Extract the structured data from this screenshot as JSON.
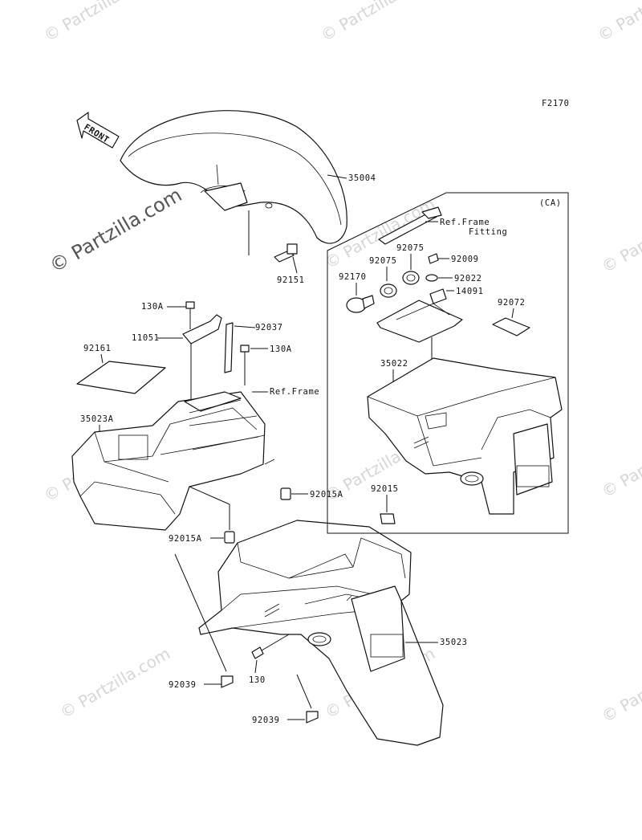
{
  "figure_code": "F2170",
  "front_label": "FRONT",
  "inset_label": "(CA)",
  "watermark": {
    "brand": "© Partzilla.com",
    "short": "© Partzilla"
  },
  "callouts": {
    "p35004": "35004",
    "p92151": "92151",
    "p130A_top": "130A",
    "p11051": "11051",
    "p92037": "92037",
    "p130A_mid": "130A",
    "p92161": "92161",
    "p35023A": "35023A",
    "ref_frame": "Ref.Frame",
    "p92015A_right": "92015A",
    "p92015A_left": "92015A",
    "p92015": "92015",
    "p35023": "35023",
    "p130": "130",
    "p92039_a": "92039",
    "p92039_b": "92039",
    "ref_frame_fitting_1": "Ref.Frame",
    "ref_frame_fitting_2": "Fitting",
    "p92075_a": "92075",
    "p92075_b": "92075",
    "p92009": "92009",
    "p92170": "92170",
    "p92022": "92022",
    "p14091": "14091",
    "p92072": "92072",
    "p35022": "35022"
  }
}
